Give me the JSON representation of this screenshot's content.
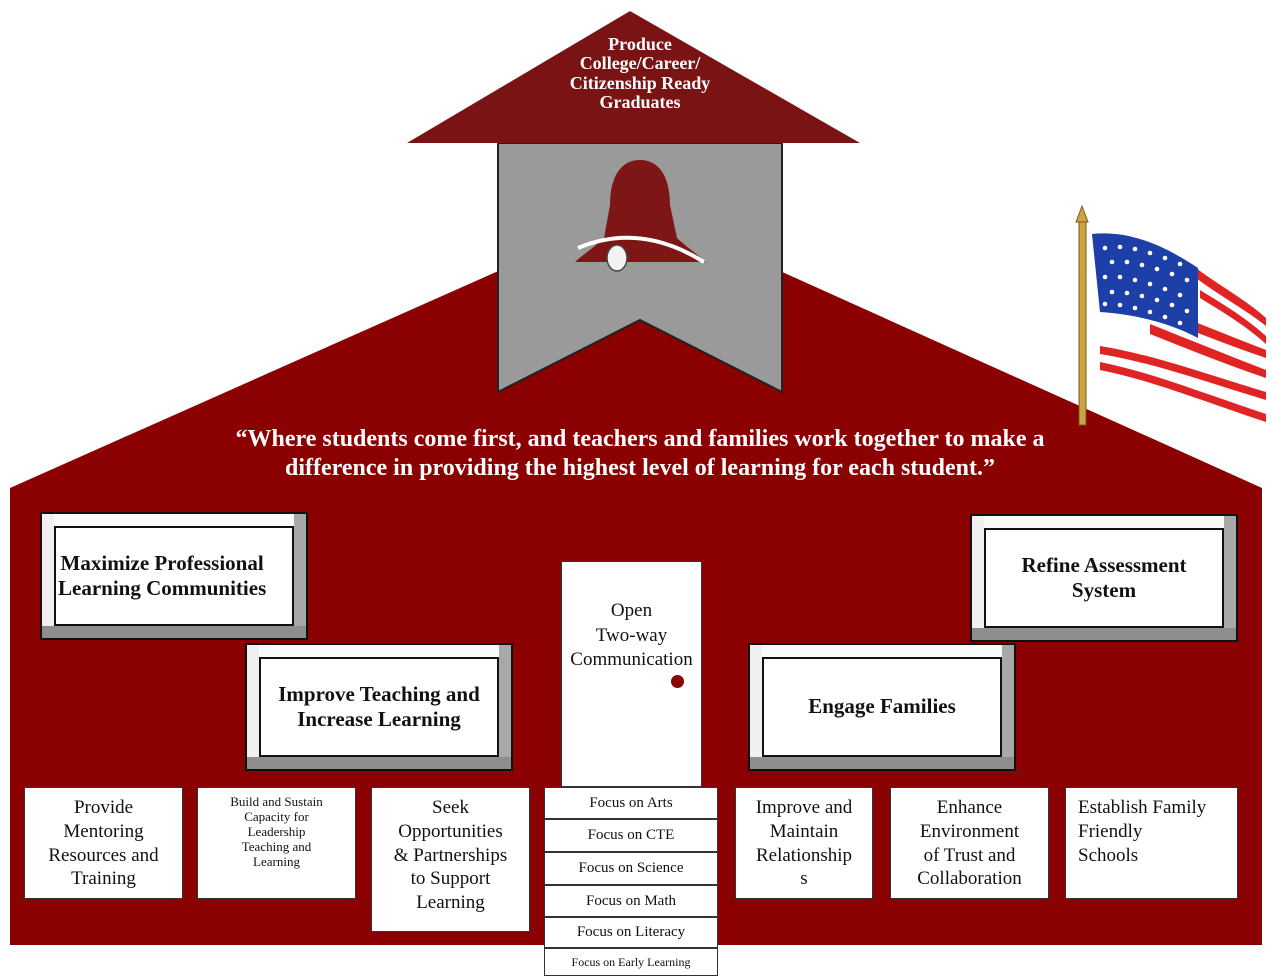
{
  "arrow_title": {
    "line1": "Produce",
    "line2": "College/Career/",
    "line3": "Citizenship Ready",
    "line4": "Graduates"
  },
  "motto": {
    "line1": "“Where students come first, and teachers and families work together to make a",
    "line2": "difference in providing the highest level of learning for each student.”"
  },
  "goals": {
    "plc": {
      "line1": "Maximize Professional",
      "line2": "Learning Communities"
    },
    "teaching": {
      "line1": "Improve Teaching and",
      "line2": "Increase Learning"
    },
    "assessment": {
      "line1": "Refine Assessment",
      "line2": "System"
    },
    "families": {
      "line1": "Engage Families"
    }
  },
  "door": {
    "line1": "Open",
    "line2": "Two-way",
    "line3": "Communication"
  },
  "actions": {
    "mentoring": [
      "Provide",
      "Mentoring",
      "Resources and",
      "Training"
    ],
    "capacity": [
      "Build and Sustain",
      "Capacity for",
      "Leadership",
      "Teaching and",
      "Learning"
    ],
    "partnerships": [
      "Seek",
      "Opportunities",
      "& Partnerships",
      "to Support",
      "Learning"
    ],
    "relationships": [
      "Improve and",
      "Maintain",
      "Relationship",
      "s"
    ],
    "trust": [
      "Enhance",
      "Environment",
      "of Trust and",
      "Collaboration"
    ],
    "friendly": [
      "Establish Family",
      "Friendly",
      "Schools"
    ]
  },
  "focus_steps": [
    "Focus on Arts",
    "Focus on CTE",
    "Focus on Science",
    "Focus on Math",
    "Focus on Literacy",
    "Focus on Early Learning"
  ],
  "colors": {
    "school_red": "#8b0000",
    "arrow_head": "#7a1414",
    "arrow_shaft": "#9a9a9a",
    "bell": "#7f1616"
  },
  "icons": [
    "bell-icon",
    "american-flag-icon"
  ]
}
